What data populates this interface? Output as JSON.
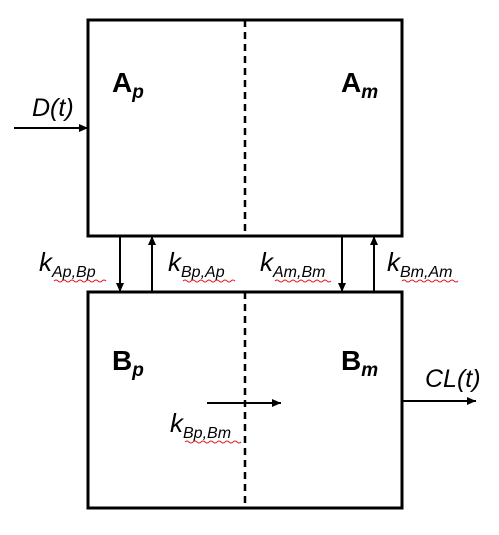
{
  "compartments": {
    "ap": {
      "main": "A",
      "sub": "p"
    },
    "am": {
      "main": "A",
      "sub": "m"
    },
    "bp": {
      "main": "B",
      "sub": "p"
    },
    "bm": {
      "main": "B",
      "sub": "m"
    }
  },
  "input": {
    "label": "D(t)"
  },
  "output": {
    "label": "CL(t)"
  },
  "rates": {
    "ap_bp": {
      "k": "k",
      "sub": "Ap,Bp"
    },
    "bp_ap": {
      "k": "k",
      "sub": "Bp,Ap"
    },
    "am_bm": {
      "k": "k",
      "sub": "Am,Bm"
    },
    "bm_am": {
      "k": "k",
      "sub": "Bm,Am"
    },
    "bp_bm": {
      "k": "k",
      "sub": "Bp,Bm"
    }
  }
}
